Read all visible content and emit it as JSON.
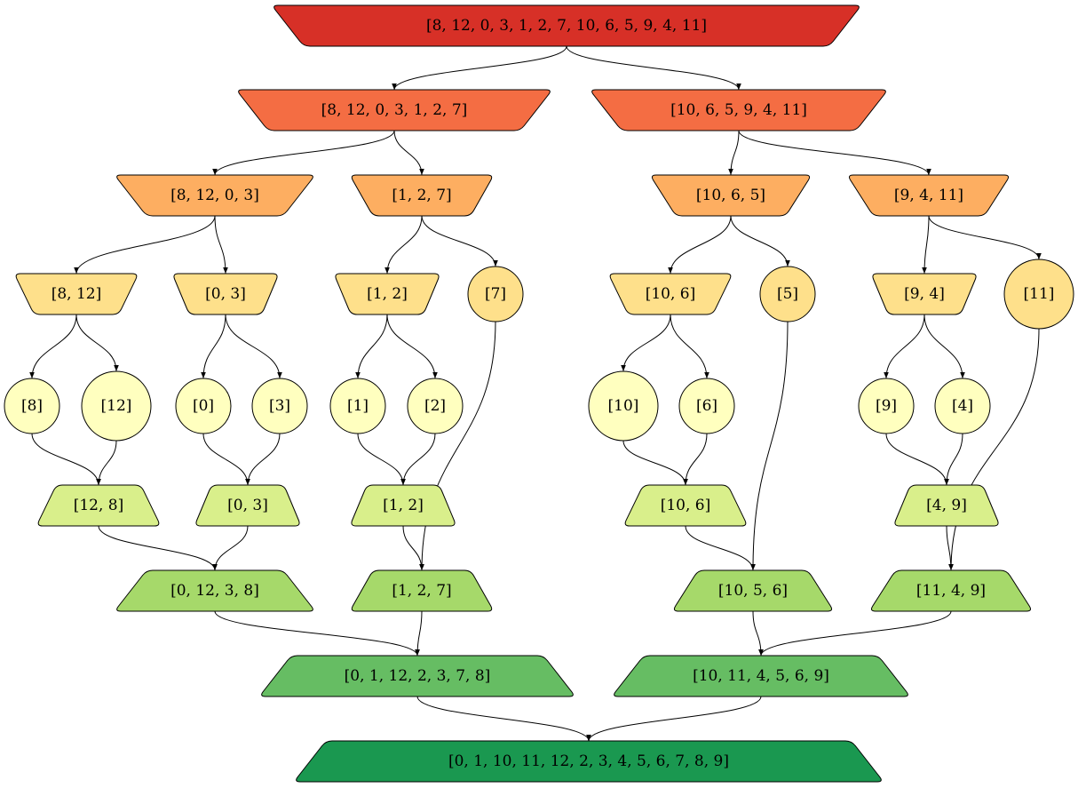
{
  "colors": {
    "level0": "#d73027",
    "level1": "#f46d43",
    "level2": "#fdae61",
    "level3": "#fee08b",
    "level4": "#ffffbf",
    "level5": "#d9ef8b",
    "level6": "#a6d96a",
    "level7": "#66bd63",
    "level8": "#1a9850"
  },
  "nodes": {
    "n0": "[8, 12, 0, 3, 1, 2, 7, 10, 6, 5, 9, 4, 11]",
    "n1": "[8, 12, 0, 3, 1, 2, 7]",
    "n2": "[10, 6, 5, 9, 4, 11]",
    "n3": "[8, 12, 0, 3]",
    "n4": "[1, 2, 7]",
    "n5": "[10, 6, 5]",
    "n6": "[9, 4, 11]",
    "n7": "[8, 12]",
    "n8": "[0, 3]",
    "n9": "[1, 2]",
    "n10": "[7]",
    "n11": "[10, 6]",
    "n12": "[5]",
    "n13": "[9, 4]",
    "n14": "[11]",
    "n15": "[8]",
    "n16": "[12]",
    "n17": "[0]",
    "n18": "[3]",
    "n19": "[1]",
    "n20": "[2]",
    "n21": "[10]",
    "n22": "[6]",
    "n23": "[9]",
    "n24": "[4]",
    "n25": "[12, 8]",
    "n26": "[0, 3]",
    "n27": "[1, 2]",
    "n28": "[10, 6]",
    "n29": "[4, 9]",
    "n30": "[0, 12, 3, 8]",
    "n31": "[1, 2, 7]",
    "n32": "[10, 5, 6]",
    "n33": "[11, 4, 9]",
    "n34": "[0, 1, 12, 2, 3, 7, 8]",
    "n35": "[10, 11, 4, 5, 6, 9]",
    "n36": "[0, 1, 10, 11, 12, 2, 3, 4, 5, 6, 7, 8, 9]"
  },
  "edges": [
    [
      "n0",
      "n1"
    ],
    [
      "n0",
      "n2"
    ],
    [
      "n1",
      "n3"
    ],
    [
      "n1",
      "n4"
    ],
    [
      "n2",
      "n5"
    ],
    [
      "n2",
      "n6"
    ],
    [
      "n3",
      "n7"
    ],
    [
      "n3",
      "n8"
    ],
    [
      "n4",
      "n9"
    ],
    [
      "n4",
      "n10"
    ],
    [
      "n5",
      "n11"
    ],
    [
      "n5",
      "n12"
    ],
    [
      "n6",
      "n13"
    ],
    [
      "n6",
      "n14"
    ],
    [
      "n7",
      "n15"
    ],
    [
      "n7",
      "n16"
    ],
    [
      "n8",
      "n17"
    ],
    [
      "n8",
      "n18"
    ],
    [
      "n9",
      "n19"
    ],
    [
      "n9",
      "n20"
    ],
    [
      "n11",
      "n21"
    ],
    [
      "n11",
      "n22"
    ],
    [
      "n13",
      "n23"
    ],
    [
      "n13",
      "n24"
    ],
    [
      "n15",
      "n25"
    ],
    [
      "n16",
      "n25"
    ],
    [
      "n17",
      "n26"
    ],
    [
      "n18",
      "n26"
    ],
    [
      "n19",
      "n27"
    ],
    [
      "n20",
      "n27"
    ],
    [
      "n21",
      "n28"
    ],
    [
      "n22",
      "n28"
    ],
    [
      "n23",
      "n29"
    ],
    [
      "n24",
      "n29"
    ],
    [
      "n25",
      "n30"
    ],
    [
      "n26",
      "n30"
    ],
    [
      "n27",
      "n31"
    ],
    [
      "n10",
      "n31"
    ],
    [
      "n28",
      "n32"
    ],
    [
      "n12",
      "n32"
    ],
    [
      "n29",
      "n33"
    ],
    [
      "n14",
      "n33"
    ],
    [
      "n30",
      "n34"
    ],
    [
      "n31",
      "n34"
    ],
    [
      "n32",
      "n35"
    ],
    [
      "n33",
      "n35"
    ],
    [
      "n34",
      "n36"
    ],
    [
      "n35",
      "n36"
    ]
  ]
}
